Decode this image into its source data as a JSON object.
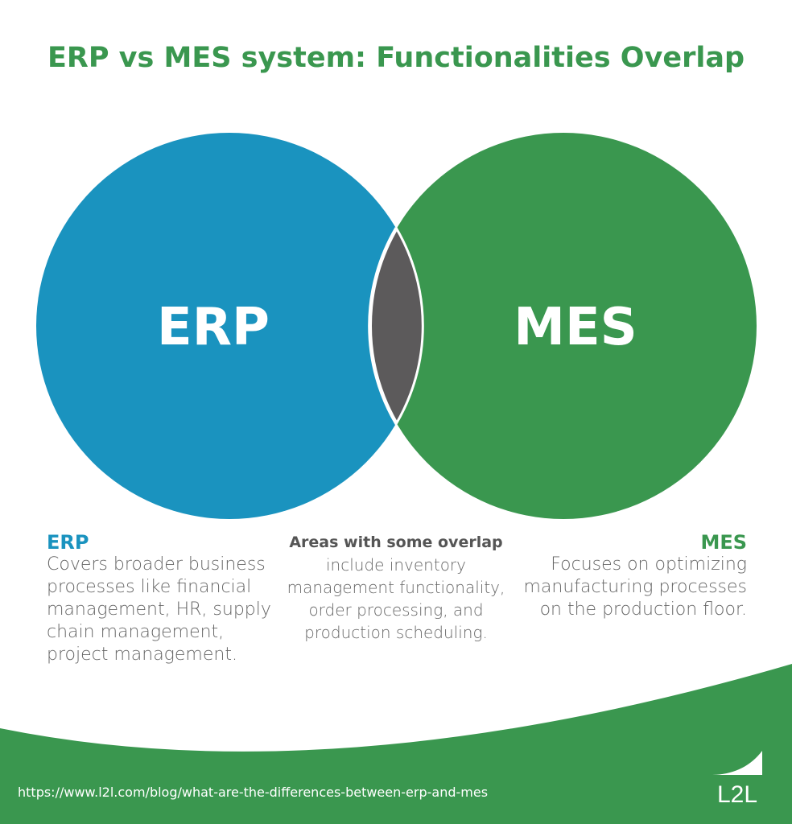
{
  "title": "ERP vs MES system: Functionalities Overlap",
  "colors": {
    "erp": "#1a93bf",
    "mes": "#3a974f",
    "overlap": "#5c5a5b"
  },
  "venn": {
    "left": "ERP",
    "right": "MES"
  },
  "erp": {
    "heading": "ERP",
    "text": "Covers broader business processes like financial management, HR, supply chain management, project management."
  },
  "overlap": {
    "heading": "Areas with some overlap",
    "text": "include inventory management functionality, order processing, and production scheduling."
  },
  "mes": {
    "heading": "MES",
    "text": "Focuses on optimizing manufacturing processes on the production floor."
  },
  "footer": {
    "url": "https://www.l2l.com/blog/what-are-the-differences-between-erp-and-mes",
    "logo": "L2L"
  }
}
